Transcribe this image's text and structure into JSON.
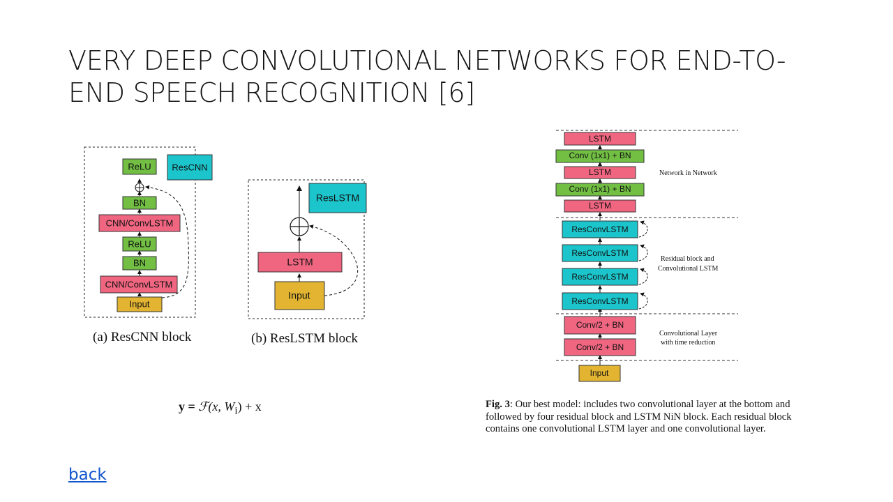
{
  "slide": {
    "title_line1": "VERY DEEP CONVOLUTIONAL NETWORKS FOR END-TO-",
    "title_line2": "END SPEECH RECOGNITION [6]",
    "back_link": "back"
  },
  "colors": {
    "green": "#72bf44",
    "pink": "#f06681",
    "teal": "#1cc5cb",
    "yellow": "#e2b432"
  },
  "fig_a": {
    "caption": "(a) ResCNN block",
    "tag": "ResCNN",
    "blocks": [
      "ReLU",
      "BN",
      "CNN/ConvLSTM",
      "ReLU",
      "BN",
      "CNN/ConvLSTM",
      "Input"
    ]
  },
  "fig_b": {
    "caption": "(b) ResLSTM block",
    "tag": "ResLSTM",
    "blocks": [
      "LSTM",
      "Input"
    ]
  },
  "formula": {
    "lhs": "y = ",
    "rhs": "ℱ(x, W",
    "sub": "i",
    "tail": ") + x"
  },
  "fig3": {
    "blocks": [
      "LSTM",
      "Conv (1x1) + BN",
      "LSTM",
      "Conv (1x1) + BN",
      "LSTM",
      "ResConvLSTM",
      "ResConvLSTM",
      "ResConvLSTM",
      "ResConvLSTM",
      "Conv/2 + BN",
      "Conv/2 + BN",
      "Input"
    ],
    "section_labels": {
      "nin": "Network in Network",
      "res_line1": "Residual block and",
      "res_line2": "Convolutional LSTM",
      "conv_line1": "Convolutional Layer",
      "conv_line2": "with time reduction"
    },
    "caption_bold": "Fig. 3",
    "caption_text": ": Our best model: includes two convolutional layer at the bottom and followed by four residual block and LSTM NiN block. Each residual block contains one convolutional LSTM layer and one convolutional layer."
  }
}
